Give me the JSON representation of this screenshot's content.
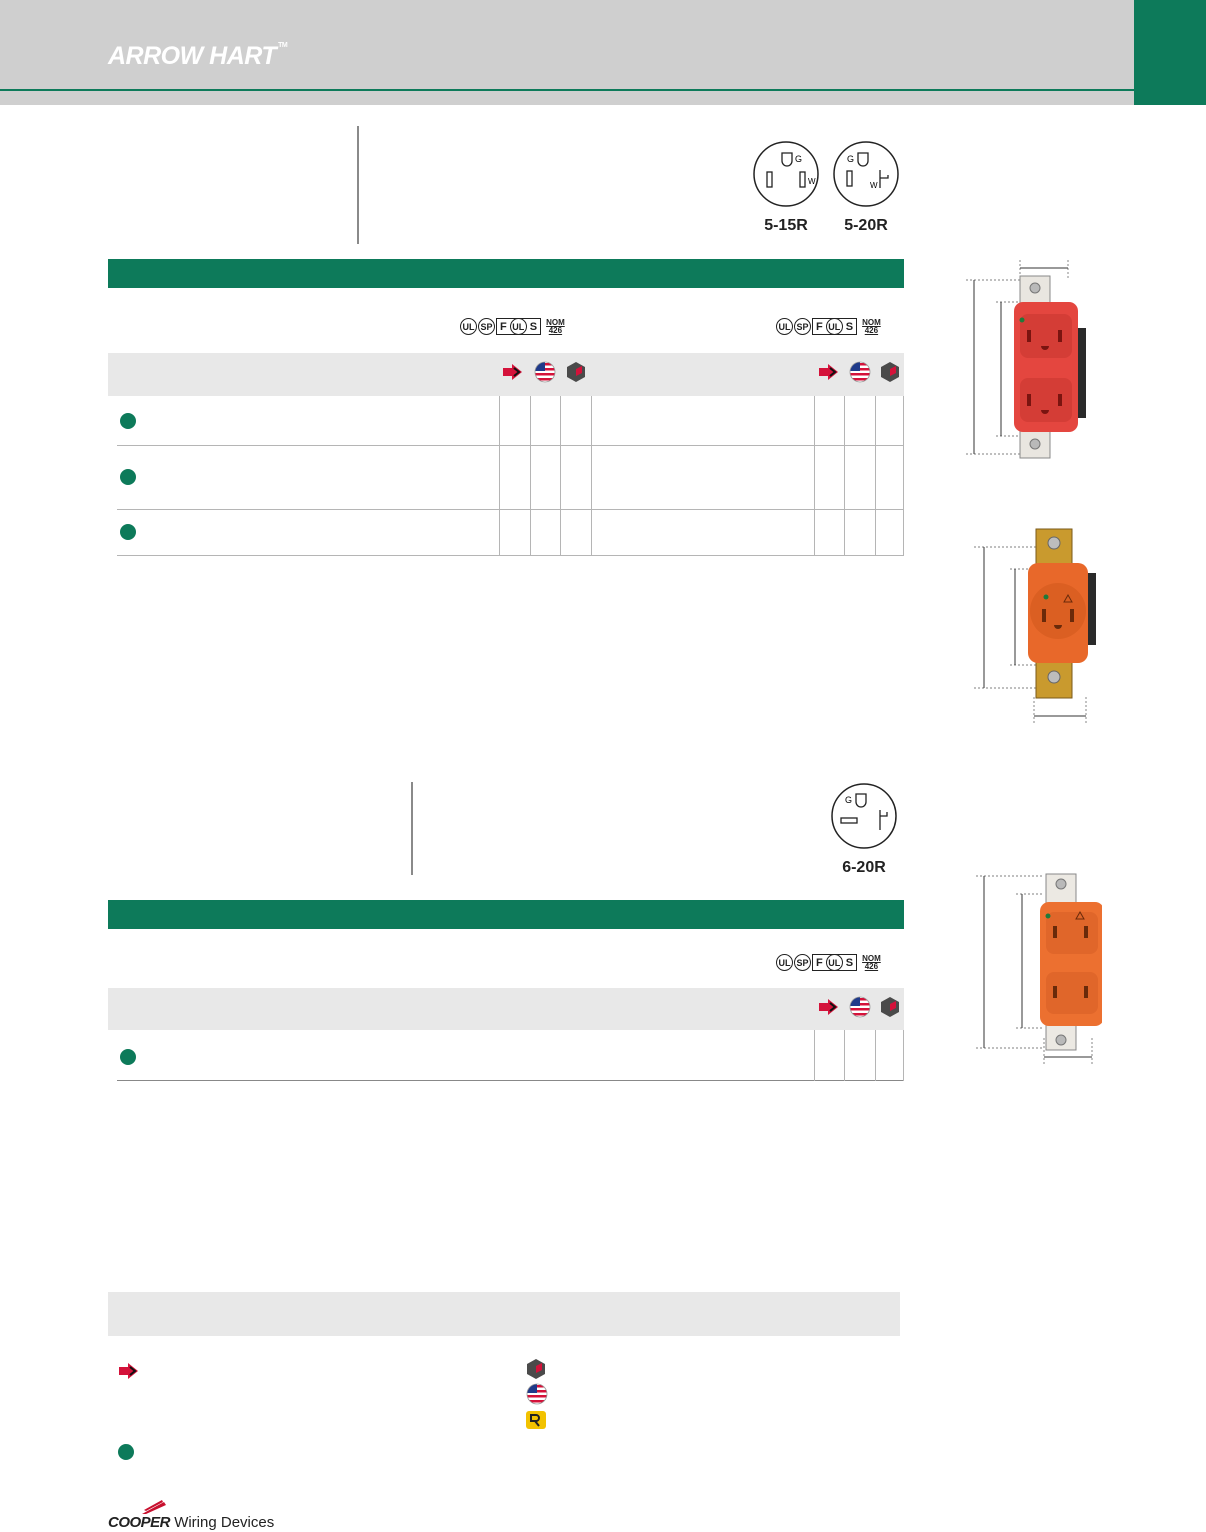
{
  "header": {
    "brand": "ARROW HART",
    "trademark": "TM",
    "accent_color": "#0d7a5a"
  },
  "section1": {
    "configs": [
      {
        "label": "5-15R"
      },
      {
        "label": "5-20R"
      }
    ]
  },
  "section2": {
    "configs": [
      {
        "label": "6-20R"
      }
    ]
  },
  "cert_marks": {
    "f_letter": "F",
    "s_letter": "S",
    "nom": "NOM",
    "nom_num": "426"
  },
  "footer": {
    "cooper": "COOPER",
    "cooper_suffix": "Wiring Devices"
  },
  "icons": [
    "shipping-arrow-icon",
    "usa-flag-icon",
    "stock-box-icon",
    "yellow-badge-icon",
    "green-bullet-icon"
  ]
}
